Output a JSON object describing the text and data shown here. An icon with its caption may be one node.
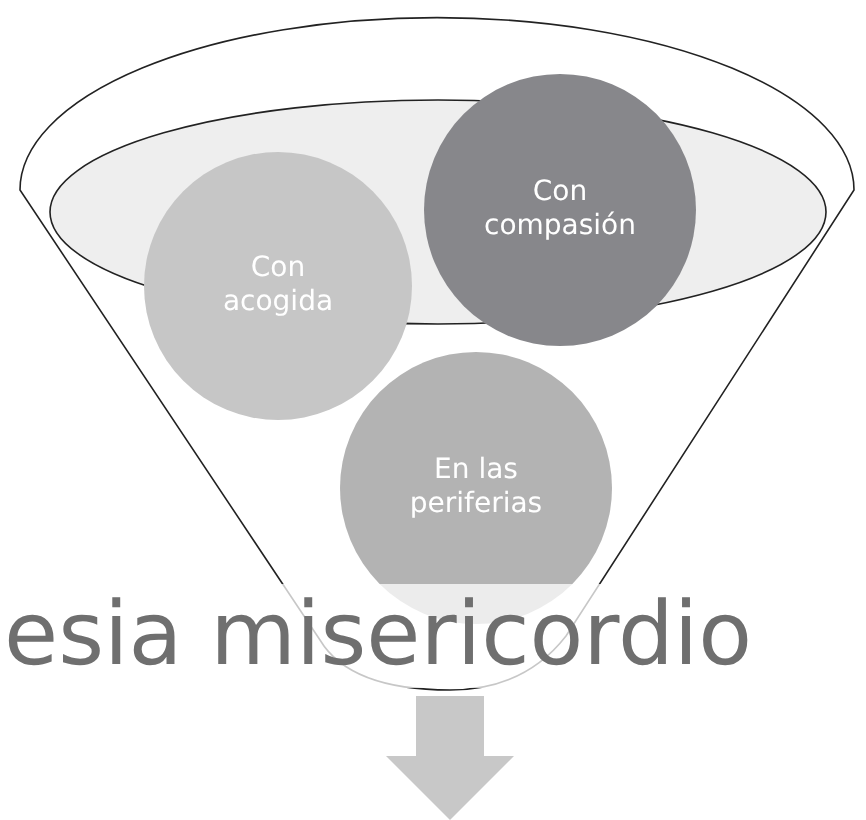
{
  "diagram": {
    "nodes": [
      {
        "text": [
          "Con acogida"
        ]
      },
      {
        "text": [
          "Con compasión"
        ]
      },
      {
        "text": [
          "En las periferias"
        ]
      }
    ],
    "labels": [
      "esia misericordio"
    ]
  }
}
